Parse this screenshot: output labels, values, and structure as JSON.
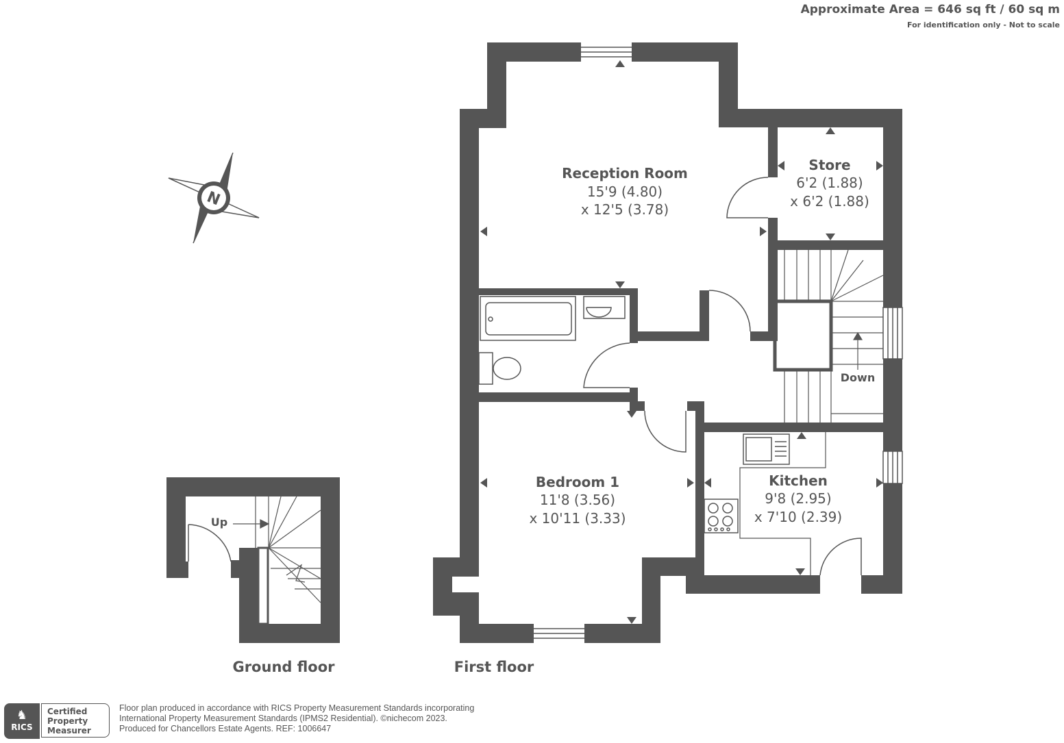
{
  "header": {
    "approximate_area": "Approximate Area = 646 sq ft / 60 sq m",
    "disclaimer": "For identification only - Not to scale"
  },
  "compass": {
    "label": "N"
  },
  "rooms": {
    "reception": {
      "name": "Reception Room",
      "dim1": "15'9 (4.80)",
      "dim2": "x 12'5 (3.78)"
    },
    "store": {
      "name": "Store",
      "dim1": "6'2 (1.88)",
      "dim2": "x 6'2 (1.88)"
    },
    "bedroom": {
      "name": "Bedroom 1",
      "dim1": "11'8 (3.56)",
      "dim2": "x 10'11 (3.33)"
    },
    "kitchen": {
      "name": "Kitchen",
      "dim1": "9'8 (2.95)",
      "dim2": "x 7'10 (2.39)"
    }
  },
  "stairs": {
    "down_label": "Down",
    "up_label": "Up"
  },
  "floors": {
    "ground": "Ground floor",
    "first": "First floor"
  },
  "certification": {
    "logo_text": "RICS",
    "line1": "Certified",
    "line2": "Property",
    "line3": "Measurer"
  },
  "footer": {
    "line1": "Floor plan produced in accordance with RICS Property Measurement Standards incorporating",
    "line2": "International Property Measurement Standards (IPMS2 Residential).   ©nichecom 2023.",
    "line3": "Produced for Chancellors Estate Agents.   REF: 1006647"
  },
  "colors": {
    "wall": "#555555",
    "line": "#555555",
    "background": "#ffffff"
  }
}
